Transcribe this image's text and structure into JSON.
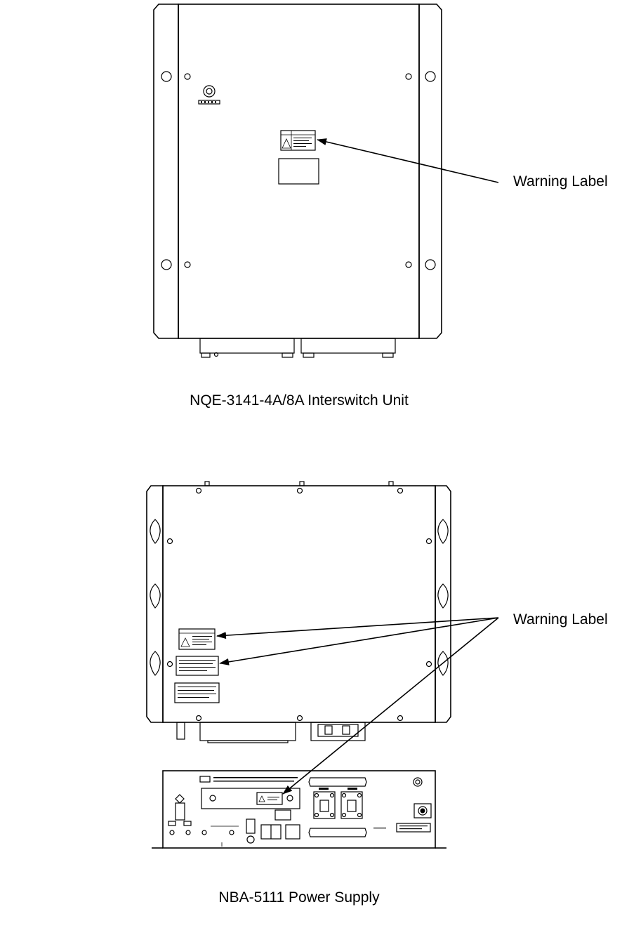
{
  "figure": {
    "top_unit": {
      "caption": "NQE-3141-4A/8A Interswitch Unit",
      "callout": "Warning Label"
    },
    "bottom_unit": {
      "caption": "NBA-5111 Power Supply",
      "callout": "Warning Label"
    }
  }
}
